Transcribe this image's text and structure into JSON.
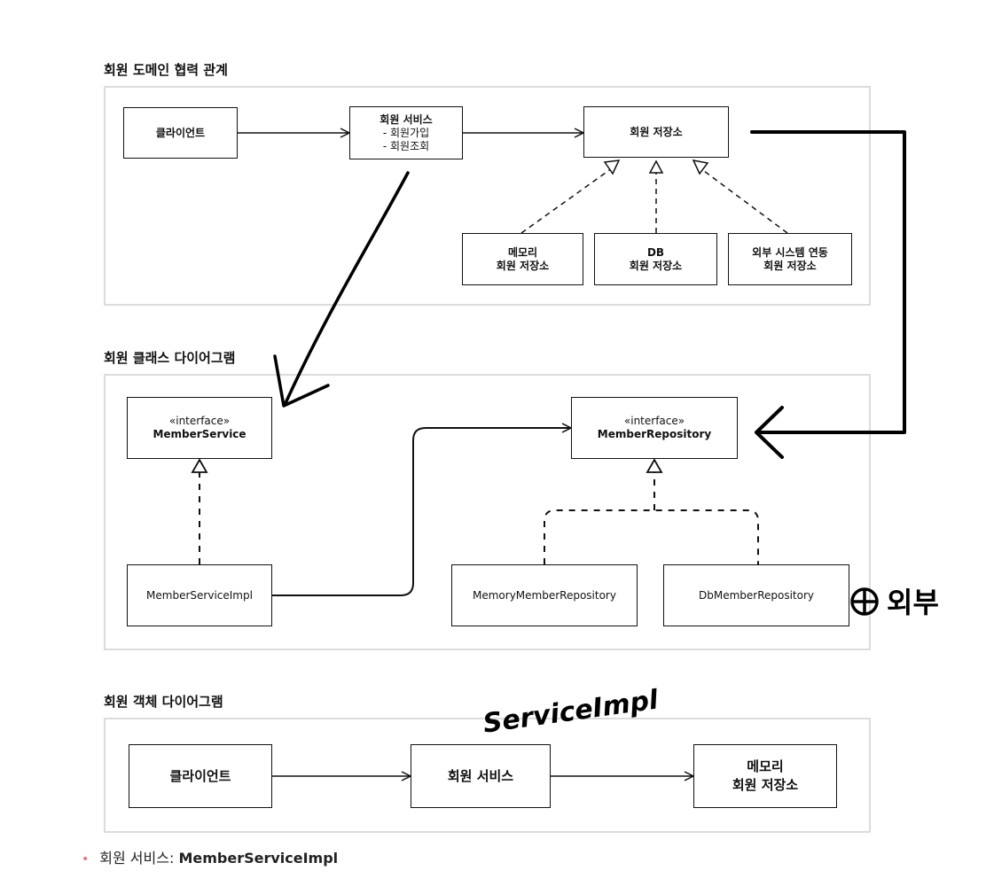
{
  "sections": {
    "collab_title": "회원 도메인 협력 관계",
    "class_title": "회원 클래스 다이어그램",
    "object_title": "회원 객체 다이어그램"
  },
  "collab": {
    "client": "클라이언트",
    "service": {
      "title": "회원 서비스",
      "line1": "- 회원가입",
      "line2": "- 회원조회"
    },
    "repository": "회원 저장소",
    "memory": {
      "line1": "메모리",
      "line2": "회원 저장소"
    },
    "db": {
      "line1": "DB",
      "line2": "회원 저장소"
    },
    "external": {
      "line1": "외부 시스템 연동",
      "line2": "회원 저장소"
    }
  },
  "class_diagram": {
    "member_service": {
      "stereotype": "«interface»",
      "name": "MemberService"
    },
    "member_repository": {
      "stereotype": "«interface»",
      "name": "MemberRepository"
    },
    "service_impl": "MemberServiceImpl",
    "memory_repo": "MemoryMemberRepository",
    "db_repo": "DbMemberRepository"
  },
  "object_diagram": {
    "client": "클라이언트",
    "service": "회원 서비스",
    "memory": {
      "line1": "메모리",
      "line2": "회원 저장소"
    }
  },
  "annotations": {
    "external_note": "외부",
    "impl_note": "ServiceImpl"
  },
  "bullet": {
    "label": "회원 서비스: ",
    "value": "MemberServiceImpl"
  }
}
